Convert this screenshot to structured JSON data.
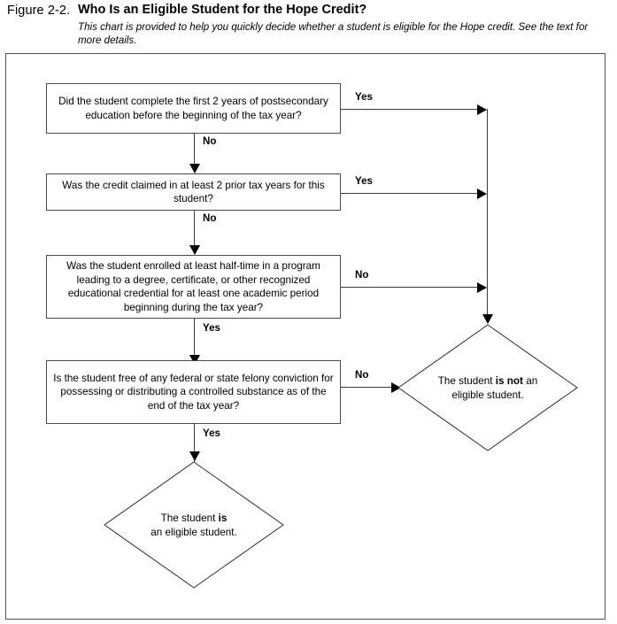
{
  "header": {
    "figure_label": "Figure 2-2.",
    "title": "Who Is an Eligible Student for the Hope Credit?",
    "subtitle": "This chart is provided to help you quickly decide whether a student is eligible for the Hope credit. See the text for more details."
  },
  "colors": {
    "frame_border": "#555555",
    "box_border": "#4a4a4a",
    "connector": "#3b3b3b",
    "arrowhead": "#000000",
    "background": "#ffffff",
    "text": "#000000"
  },
  "chart_data": {
    "type": "diagram",
    "title": "Who Is an Eligible Student for the Hope Credit?",
    "nodes": [
      {
        "id": "q1",
        "shape": "box",
        "text": "Did the student complete the first 2 years of postsecondary education before the beginning of the tax year?"
      },
      {
        "id": "q2",
        "shape": "box",
        "text": "Was the credit claimed in at least 2 prior tax years for this student?"
      },
      {
        "id": "q3",
        "shape": "box",
        "text": "Was the student enrolled at least half-time in a program leading to a degree, certificate, or other recognized educational credential for at least one academic period beginning during the tax year?"
      },
      {
        "id": "q4",
        "shape": "box",
        "text": "Is the student free of any federal or state felony conviction for possessing or distributing a controlled substance as of the end of the tax year?"
      },
      {
        "id": "not_eligible",
        "shape": "diamond",
        "text": "The student is not an eligible student."
      },
      {
        "id": "eligible",
        "shape": "diamond",
        "text": "The student is an eligible student."
      }
    ],
    "edges": [
      {
        "from": "q1",
        "to": "q2",
        "label": "No"
      },
      {
        "from": "q1",
        "to": "not_eligible",
        "label": "Yes"
      },
      {
        "from": "q2",
        "to": "q3",
        "label": "No"
      },
      {
        "from": "q2",
        "to": "not_eligible",
        "label": "Yes"
      },
      {
        "from": "q3",
        "to": "q4",
        "label": "Yes"
      },
      {
        "from": "q3",
        "to": "not_eligible",
        "label": "No"
      },
      {
        "from": "q4",
        "to": "eligible",
        "label": "Yes"
      },
      {
        "from": "q4",
        "to": "not_eligible",
        "label": "No"
      }
    ]
  },
  "boxes": {
    "q1": "Did the student complete the first 2 years of postsecondary education before the beginning of the tax year?",
    "q2": "Was the credit claimed in at least 2 prior tax years for this student?",
    "q3": "Was the student enrolled at least half-time in a program leading to a degree, certificate, or other recognized educational credential for at least one academic period beginning during the tax year?",
    "q4": "Is the student free of any federal or state felony conviction for possessing or distributing a controlled substance as of the end of the tax year?"
  },
  "terminals": {
    "not_eligible": {
      "line1_pre": "The student ",
      "line1_bold": "is not",
      "line1_post": " an",
      "line2": "eligible student."
    },
    "eligible": {
      "line1_pre": "The student ",
      "line1_bold": "is",
      "line1_post": "",
      "line2": "an eligible student."
    }
  },
  "labels": {
    "q1_no": "No",
    "q1_yes": "Yes",
    "q2_no": "No",
    "q2_yes": "Yes",
    "q3_yes": "Yes",
    "q3_no": "No",
    "q4_yes": "Yes",
    "q4_no": "No"
  }
}
